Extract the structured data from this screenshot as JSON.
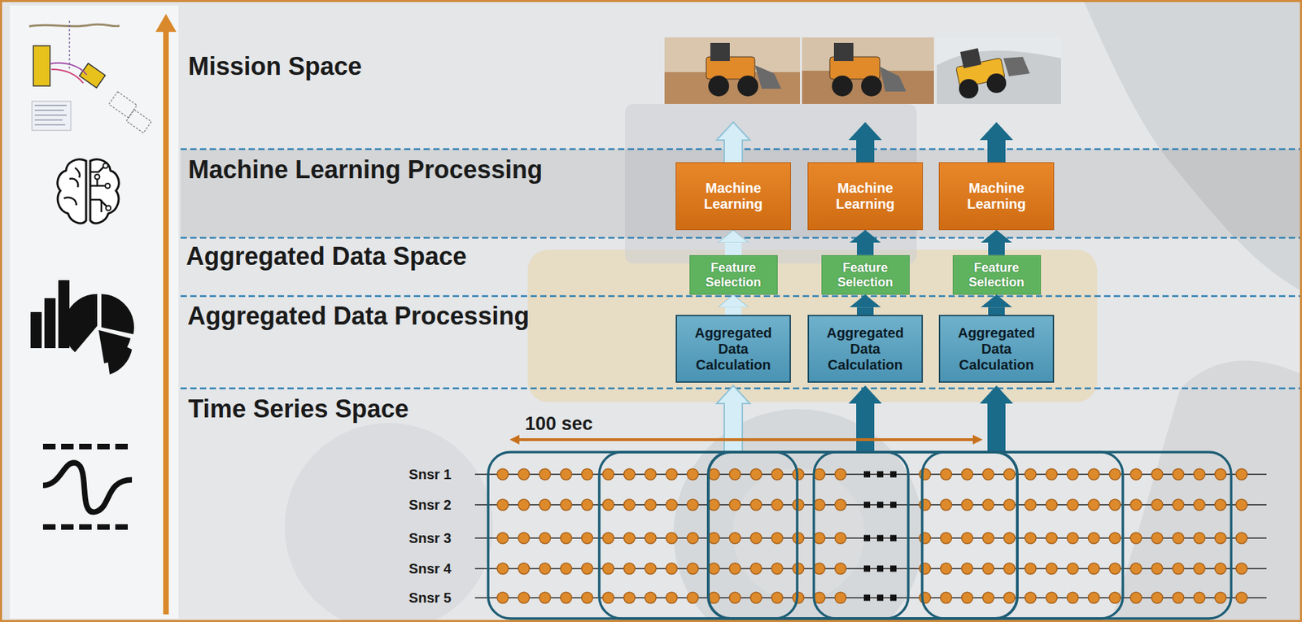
{
  "diagram": {
    "nodes": [
      {
        "text": [
          "Machine Learning"
        ]
      },
      {
        "text": [
          "Machine Learning"
        ]
      },
      {
        "text": [
          "Machine Learning"
        ]
      },
      {
        "text": [
          "Feature Selection"
        ]
      },
      {
        "text": [
          "Feature Selection"
        ]
      },
      {
        "text": [
          "Feature Selection"
        ]
      },
      {
        "text": [
          "Aggregated Data Calculation"
        ]
      },
      {
        "text": [
          "Aggregated Data Calculation"
        ]
      },
      {
        "text": [
          "Aggregated Data Calculation"
        ]
      }
    ],
    "edges": [
      {
        "from": 6,
        "to": 3,
        "arrow": "to"
      },
      {
        "from": 7,
        "to": 4,
        "arrow": "to"
      },
      {
        "from": 8,
        "to": 5,
        "arrow": "to"
      },
      {
        "from": 3,
        "to": 0,
        "arrow": "to"
      },
      {
        "from": 4,
        "to": 1,
        "arrow": "to"
      },
      {
        "from": 5,
        "to": 2,
        "arrow": "to"
      }
    ],
    "labels": [
      "Mission Space",
      "Machine Learning Processing",
      "Aggregated Data Space",
      "Aggregated Data Processing",
      "Time Series Space",
      "100 sec",
      "Snsr 1",
      "Snsr 2",
      "Snsr 3",
      "Snsr 4",
      "Snsr 5"
    ]
  }
}
